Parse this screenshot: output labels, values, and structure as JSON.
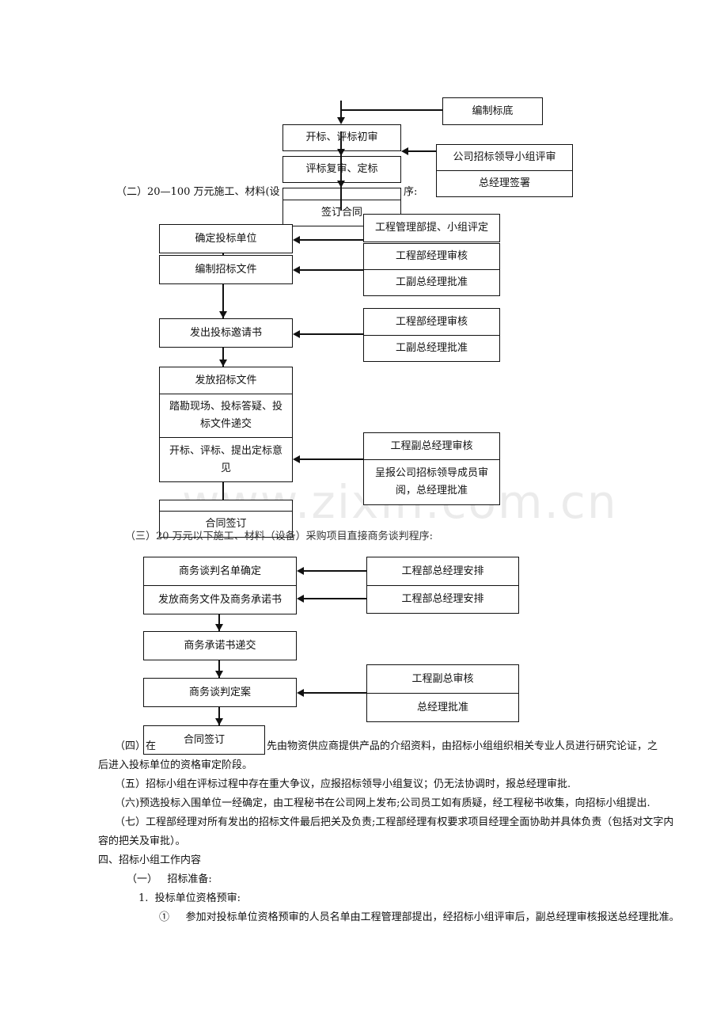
{
  "chart1": {
    "bianzhi": "编制标底",
    "kaibiao": "开标、评标初审",
    "fushen": "评标复审、定标",
    "qianding": "签订合同",
    "pingshen": "公司招标领导小组评审",
    "qianshu": "总经理签署"
  },
  "section2": {
    "heading_a": "（二）20—100 万元施工、材料(设",
    "heading_b": "序:",
    "queding": "确定投标单位",
    "bianzhi": "编制招标文件",
    "yaoqing": "发出投标邀请书",
    "fafang": "发放招标文件",
    "takan": "踏勘现场、投标答疑、投标文件递交",
    "kaibiao": "开标、评标、提出定标意见",
    "hetong": "合同签订",
    "right1": [
      "工程管理部提、小组评定",
      "工程部经理审核",
      "工副总经理批准"
    ],
    "right2": [
      "工程部经理审核",
      "工副总经理批准"
    ],
    "right3": [
      "工程副总经理审核",
      "呈报公司招标领导成员审阅，总经理批准"
    ]
  },
  "section3": {
    "heading": "（三）20 万元以下施工、材料（设备）采购项目直接商务谈判程序:",
    "mingdan": "商务谈判名单确定",
    "fafang": "发放商务文件及商务承诺书",
    "dijiao": "商务承诺书递交",
    "dingan": "商务谈判定案",
    "hetong": "合同签订",
    "right1": "工程部总经理安排",
    "right2": "工程部总经理安排",
    "right3": [
      "工程副总审核",
      "总经理批准"
    ]
  },
  "paragraphs": {
    "p4a": "（四）在",
    "p4b": "先由物资供应商提供产品的介绍资料，由招标小组组织相关专业人员进行研究论证，之",
    "p4c": "后进入投标单位的资格审定阶段。",
    "p5": "（五）招标小组在评标过程中存在重大争议，应报招标领导小组复议；仍无法协调时，报总经理审批.",
    "p6": "（六)预选投标入围单位一经确定，由工程秘书在公司网上发布;公司员工如有质疑，经工程秘书收集，向招标小组提出.",
    "p7a": "（七）工程部经理对所有发出的招标文件最后把关及负责;工程部经理有权要求项目经理全面协助并具体负责（包括对文字内",
    "p7b": "容的把关及审批）。",
    "h4": "四、招标小组工作内容",
    "h4_1": "（一）   招标准备:",
    "item1": "1.  投标单位资格预审:",
    "item1_1": "①     参加对投标单位资格预审的人员名单由工程管理部提出，经招标小组评审后，副总经理审核报送总经理批准。"
  },
  "watermark": "www.zixin.com.cn"
}
